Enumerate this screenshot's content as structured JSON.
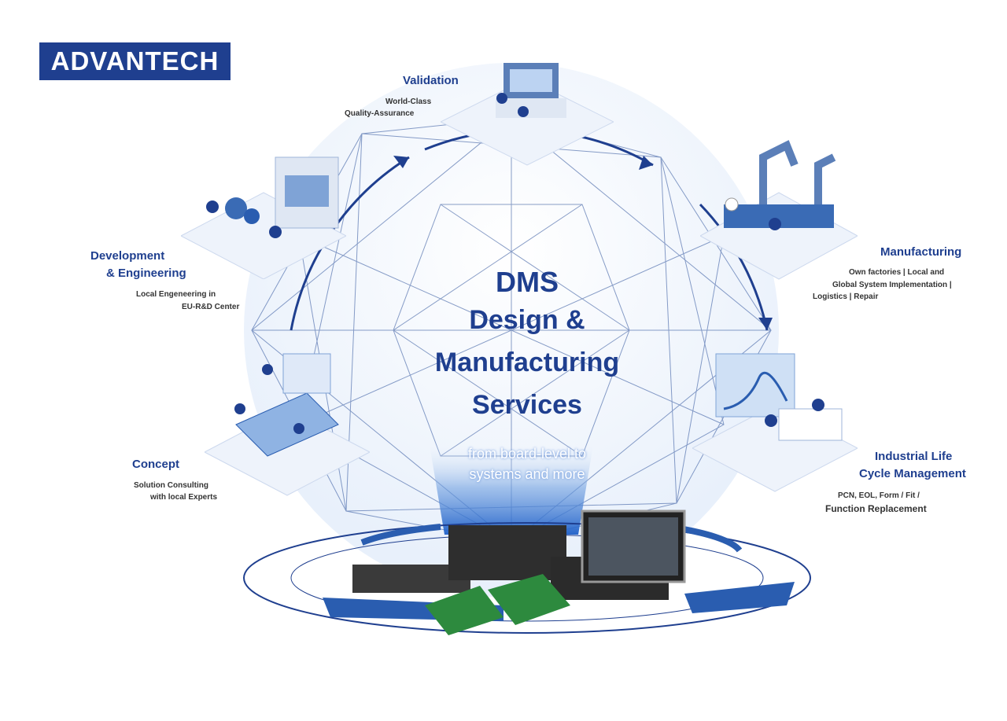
{
  "brand": {
    "logo": "ADVANTECH"
  },
  "center": {
    "line1": "DMS",
    "line2": "Design &",
    "line3": "Manufacturing",
    "line4": "Services",
    "tagline1": "from board-level to",
    "tagline2": "systems and more"
  },
  "stages": {
    "validation": {
      "title": "Validation",
      "desc1": "World-Class",
      "desc2": "Quality-Assurance"
    },
    "manufacturing": {
      "title": "Manufacturing",
      "desc1": "Own factories | Local and",
      "desc2": "Global System Implementation |",
      "desc3": "Logistics | Repair"
    },
    "development": {
      "title1": "Development",
      "title2": "& Engineering",
      "desc1": "Local  Engeneering in",
      "desc2": "EU-R&D Center"
    },
    "concept": {
      "title": "Concept",
      "desc1": "Solution Consulting",
      "desc2": "with local Experts"
    },
    "lifecycle": {
      "title1": "Industrial Life",
      "title2": "Cycle Management",
      "desc1": "PCN, EOL, Form / Fit /",
      "desc2": "Function Replacement"
    }
  },
  "colors": {
    "brand_blue": "#1f3f8f",
    "accent_blue": "#2a5db0",
    "light_blue": "#cfe0f5"
  }
}
